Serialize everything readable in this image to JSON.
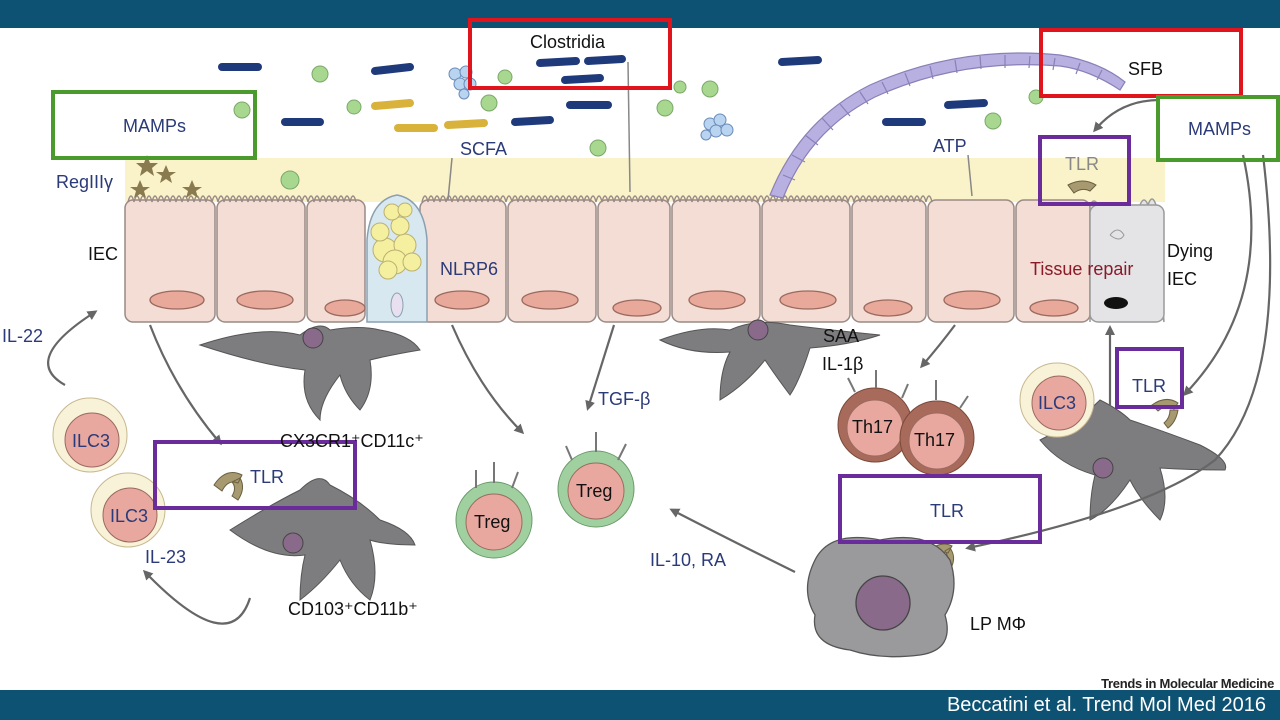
{
  "labels": {
    "mamps_left": "MAMPs",
    "regiii": "RegIIIγ",
    "iec": "IEC",
    "il22": "IL-22",
    "clostridia": "Clostridia",
    "scfa": "SCFA",
    "nlrp6": "NLRP6",
    "sfb": "SFB",
    "atp": "ATP",
    "mamps_right": "MAMPs",
    "tlr_top": "TLR",
    "tissue_repair": "Tissue repair",
    "dying_iec_1": "Dying",
    "dying_iec_2": "IEC",
    "saa": "SAA",
    "il1b": "IL-1β",
    "th17_a": "Th17",
    "th17_b": "Th17",
    "ilc3_left_a": "ILC3",
    "ilc3_left_b": "ILC3",
    "ilc3_right": "ILC3",
    "tlr_left": "TLR",
    "tlr_right": "TLR",
    "tlr_bottom": "TLR",
    "cx3cr1": "CX3CR1⁺CD11c⁺",
    "cd103": "CD103⁺CD11b⁺",
    "il23": "IL-23",
    "tgfb": "TGF-β",
    "treg_a": "Treg",
    "treg_b": "Treg",
    "il10ra": "IL-10, RA",
    "lpmphi": "LP MΦ"
  },
  "journal": "Trends in Molecular Medicine",
  "citation": "Beccatini et al. Trend Mol Med 2016",
  "colors": {
    "bar": "#0d5273",
    "red_box": "#e0141c",
    "green_box": "#4a9a2e",
    "purple_box": "#6a2c9a",
    "label_text": "#2b3a78",
    "cell_fill": "#f4ddd4",
    "nucleus": "#e8a89a",
    "mucus": "#faf2c8",
    "cell_gray": "#7d7d7f"
  }
}
